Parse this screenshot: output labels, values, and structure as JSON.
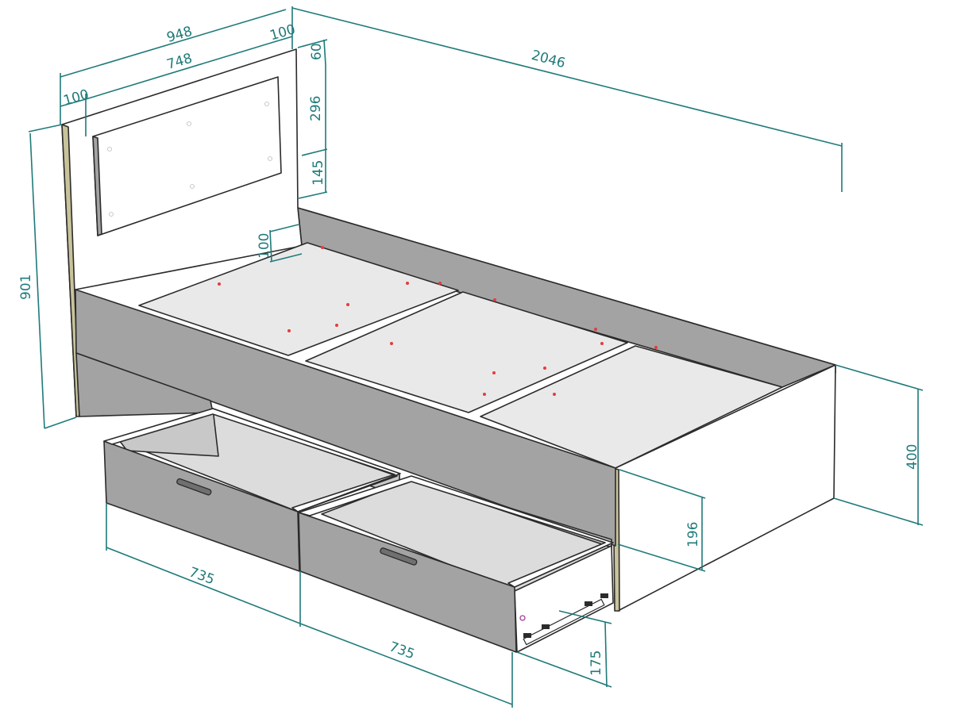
{
  "dimensions": {
    "overall_width": "948",
    "headboard_inner_width": "748",
    "headboard_side_right": "100",
    "headboard_side_left": "100",
    "overall_length": "2046",
    "headboard_top_offset": "60",
    "headboard_panel_height": "296",
    "headboard_gap": "145",
    "rail_offset": "100",
    "headboard_height": "901",
    "bed_height": "400",
    "drawer_clearance": "196",
    "drawer_width_left": "735",
    "drawer_width_right": "735",
    "drawer_height": "175"
  },
  "colors": {
    "dimension": "#1f7a7a",
    "panel_gray": "#a3a3a3",
    "panel_white": "#ffffff",
    "slat": "#e9e9e9",
    "edgeband": "#c8c39a",
    "marker": "#e53b3b"
  }
}
